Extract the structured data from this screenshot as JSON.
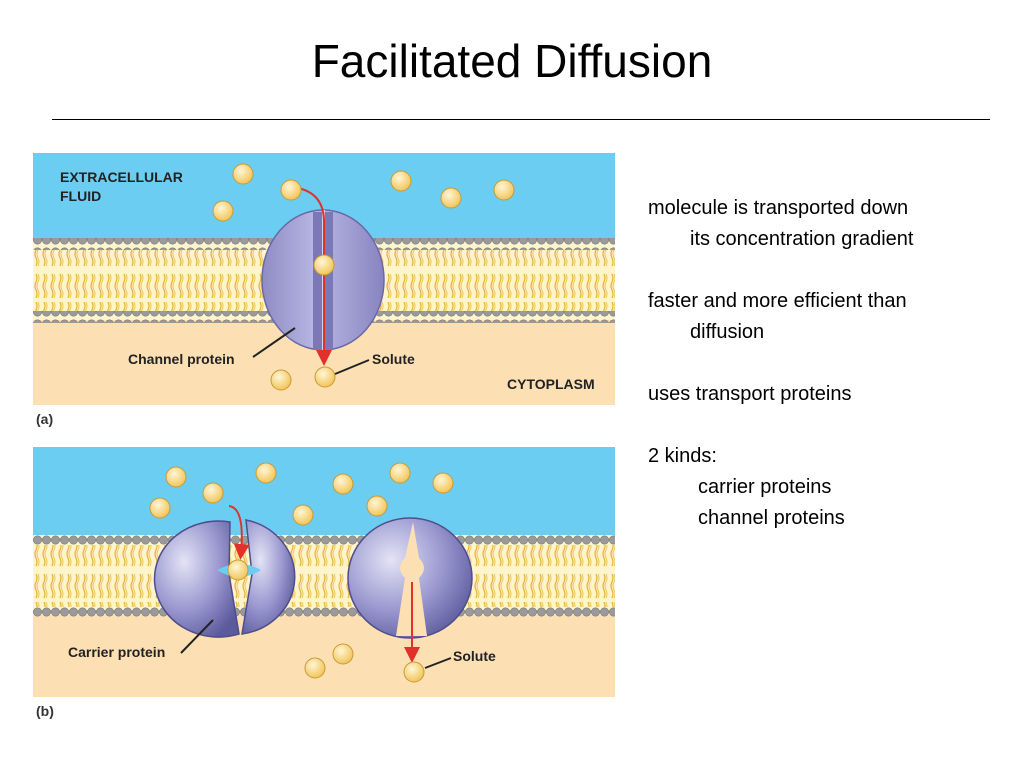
{
  "slide": {
    "title": "Facilitated Diffusion"
  },
  "figure": {
    "panel_a": {
      "label": "(a)",
      "region_top": "EXTRACELLULAR",
      "region_top_line2": "FLUID",
      "region_bottom": "CYTOPLASM",
      "protein_label": "Channel protein",
      "solute_label": "Solute"
    },
    "panel_b": {
      "label": "(b)",
      "protein_label": "Carrier protein",
      "solute_label": "Solute"
    },
    "colors": {
      "extracellular": "#6ccdf2",
      "cytoplasm": "#fce0b4",
      "protein": "#a9a6d6",
      "solute": "#f7d37a",
      "arrow": "#e2312b",
      "lipid_tail": "#e8b43c",
      "lipid_head": "#9a9a9a"
    }
  },
  "bullets": [
    {
      "line1": "molecule is transported down",
      "line2": "its concentration gradient"
    },
    {
      "line1": "faster and more efficient than",
      "line2": "diffusion"
    },
    {
      "line1": "uses transport proteins",
      "line2": ""
    },
    {
      "line1": "2 kinds:",
      "sub": [
        "carrier proteins",
        "channel proteins"
      ]
    }
  ]
}
